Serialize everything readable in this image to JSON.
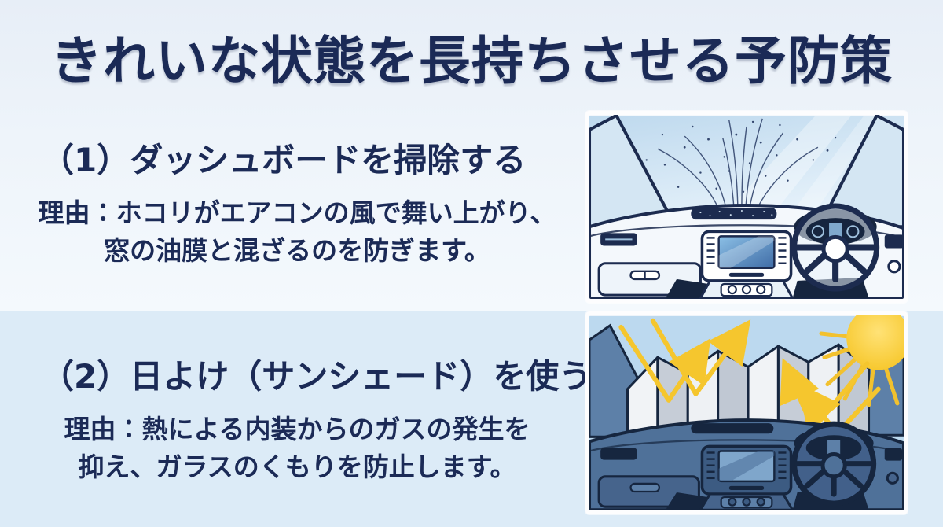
{
  "page": {
    "title": "きれいな状態を長持ちさせる予防策"
  },
  "sections": [
    {
      "heading": "（1）ダッシュボードを掃除する",
      "reason_line1": "理由：ホコリがエアコンの風で舞い上がり、",
      "reason_line2": "窓の油膜と混ざるのを防ぎます。",
      "illustration": "car-dashboard-with-dust-rising"
    },
    {
      "heading": "（2）日よけ（サンシェード）を使う",
      "reason_line1": "理由：熱による内装からのガスの発生を",
      "reason_line2": "抑え、ガラスのくもりを防止します。",
      "illustration": "windshield-sunshade-reflecting-sunlight"
    }
  ],
  "colors": {
    "text_navy": "#1b2a56",
    "background_top": "#e7eef7",
    "background_bottom": "#dcebf7",
    "illustration_outline_navy": "#1c2b4f",
    "interior_steel_blue": "#4f7199",
    "sun_yellow": "#f9cf2e",
    "beam_yellow": "#f5c62e"
  }
}
